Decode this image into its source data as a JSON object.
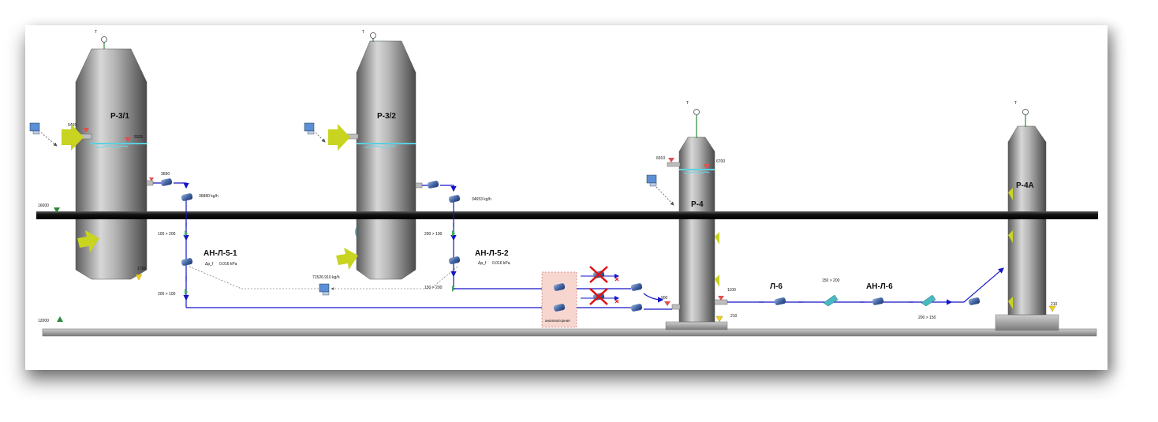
{
  "levels": {
    "upper": "16000",
    "lower": "12000"
  },
  "reactors": [
    {
      "id": "r31",
      "name": "Р-3/1",
      "t_label": "T",
      "level_left": "5465",
      "level_right": "5335",
      "level_low": "1765"
    },
    {
      "id": "r32",
      "name": "Р-3/2",
      "t_label": "T"
    },
    {
      "id": "r4",
      "name": "Р-4",
      "t_label": "T",
      "level_left": "6910",
      "level_right": "6700",
      "level_in": "900",
      "level_low": "210"
    },
    {
      "id": "r4a",
      "name": "Р-4А",
      "t_label": "T",
      "level_low": "210"
    }
  ],
  "lines": {
    "anl51": {
      "name": "АН-Л-5-1",
      "flow": "36880 kg/h",
      "level_top": "3690",
      "reducer_top": "100 > 200",
      "reducer_bottom": "200 > 100",
      "dp_label": "Δp_f",
      "dp_value": "0.016 kPa"
    },
    "anl52": {
      "name": "АН-Л-5-2",
      "flow": "34653 kg/h",
      "reducer_top": "200 > 100",
      "reducer_bottom": "150 > 200",
      "dp_label": "Δp_f",
      "dp_value": "0.016 kPa"
    },
    "merge_flow": "71526.910 kg/h",
    "l6": {
      "name": "Л-6",
      "level": "1100",
      "reducer": "150 > 200"
    },
    "anl6": {
      "name": "АН-Л-6",
      "reducer": "200 > 150"
    }
  },
  "analyzer": {
    "label": "анализаторная"
  },
  "colors": {
    "pipe": "#1515c8",
    "vessel": "#8a8a8a",
    "beam": "#111111",
    "arrow": "#c8d420",
    "level_red": "#e05050",
    "level_yellow": "#f0d020",
    "level_green": "#2a8a3a",
    "analyzer": "#f7d6d0",
    "fail_red": "#e01010"
  }
}
